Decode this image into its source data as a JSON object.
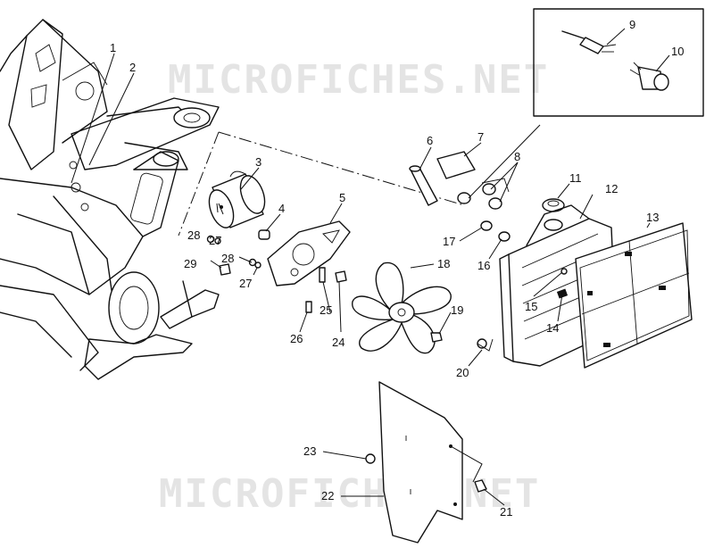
{
  "watermark": {
    "top": "MICROFICHES.NET",
    "bottom": "MICROFICHES.NET"
  },
  "callouts": [
    "1",
    "2",
    "3",
    "4",
    "5",
    "6",
    "7",
    "8",
    "9",
    "10",
    "11",
    "12",
    "13",
    "14",
    "15",
    "16",
    "17",
    "18",
    "19",
    "20",
    "21",
    "22",
    "23",
    "24",
    "25",
    "26",
    "27",
    "27",
    "28",
    "28",
    "29"
  ]
}
